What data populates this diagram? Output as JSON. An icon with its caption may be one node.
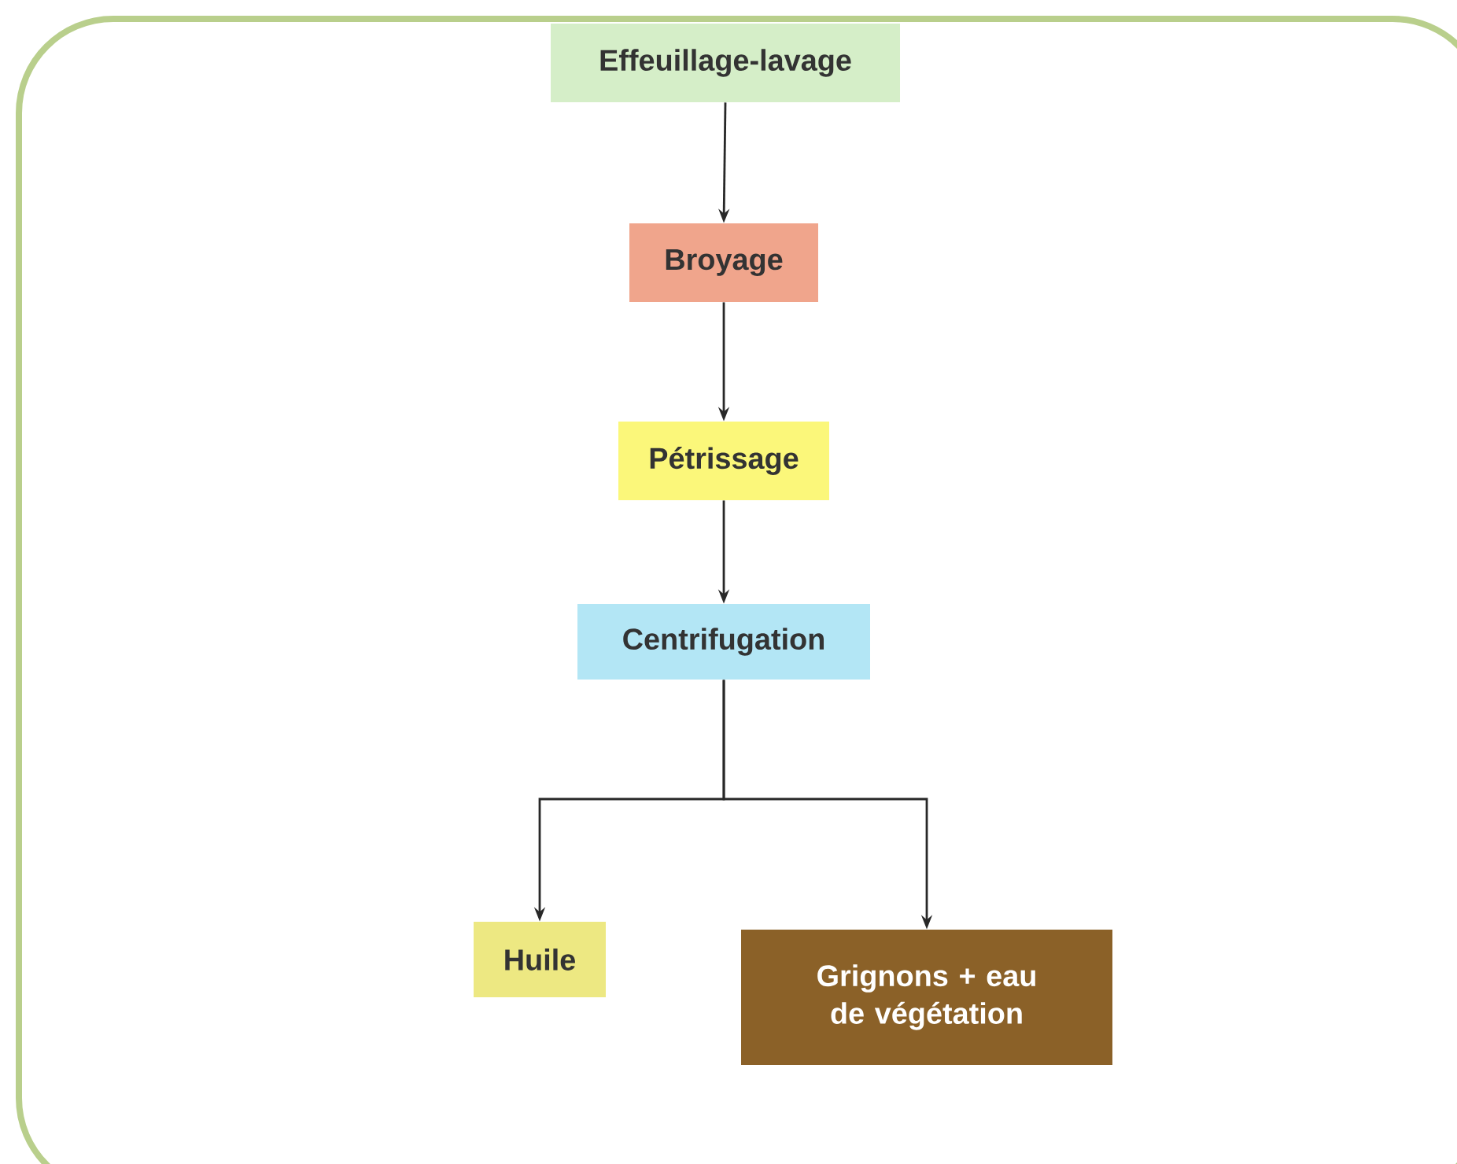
{
  "diagram": {
    "nodes": [
      {
        "text": [
          "Effeuillage-lavage"
        ]
      },
      {
        "text": [
          "Broyage"
        ]
      },
      {
        "text": [
          "Pétrissage"
        ]
      },
      {
        "text": [
          "Centrifugation"
        ]
      },
      {
        "text": [
          "Huile"
        ]
      },
      {
        "text": [
          "Grignons + eau de végétation"
        ]
      }
    ],
    "edges": [
      {
        "from": 0,
        "to": 1,
        "arrow": "to"
      },
      {
        "from": 1,
        "to": 2,
        "arrow": "to"
      },
      {
        "from": 2,
        "to": 3,
        "arrow": "to"
      },
      {
        "from": 3,
        "to": 4,
        "arrow": "to"
      },
      {
        "from": 3,
        "to": 5,
        "arrow": "to"
      }
    ]
  }
}
